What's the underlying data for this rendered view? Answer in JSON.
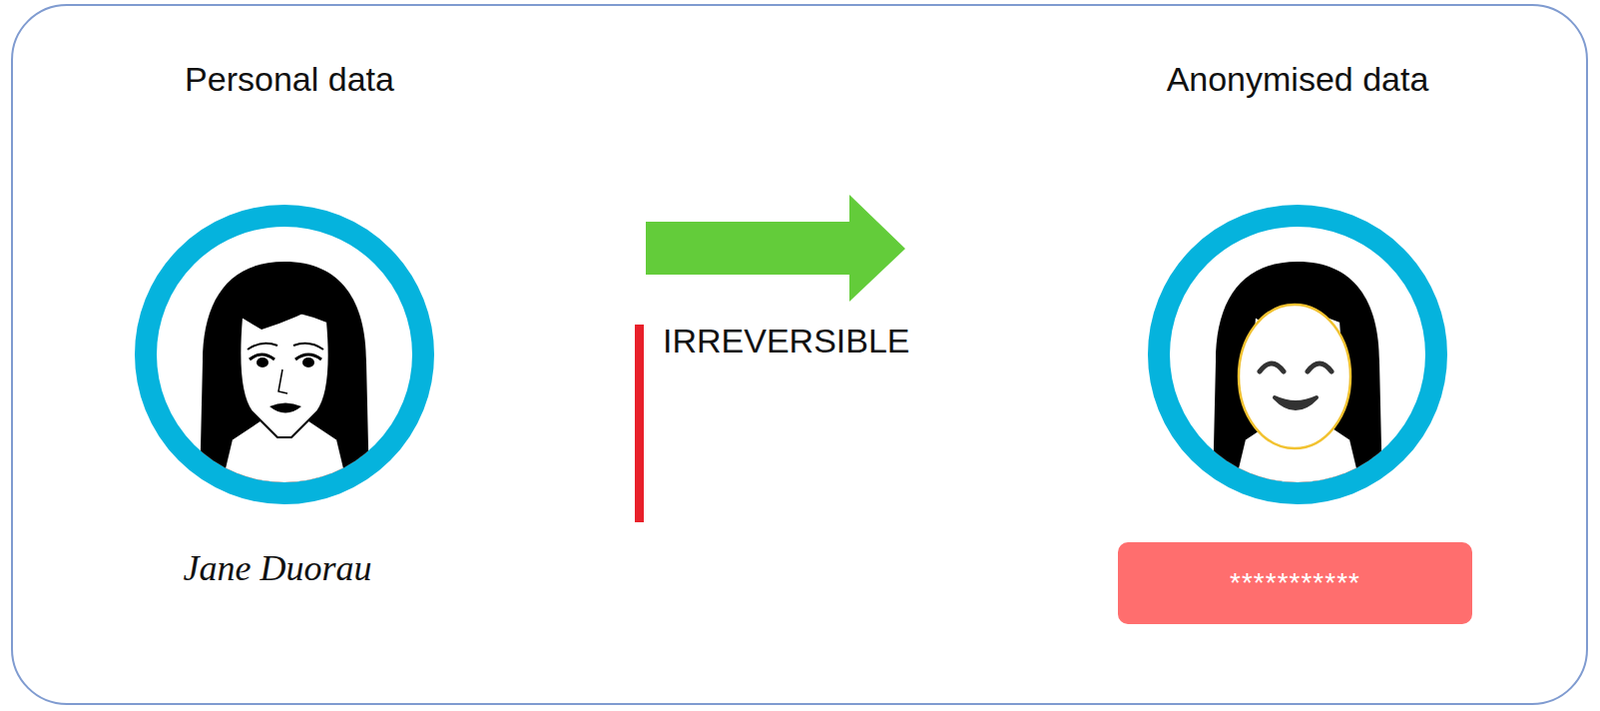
{
  "diagram": {
    "nodes": [
      {
        "text": [
          "***********"
        ]
      }
    ],
    "labels": [
      "Personal data",
      "Anonymised data",
      "IRREVERSIBLE",
      "Jane Duorau"
    ]
  }
}
